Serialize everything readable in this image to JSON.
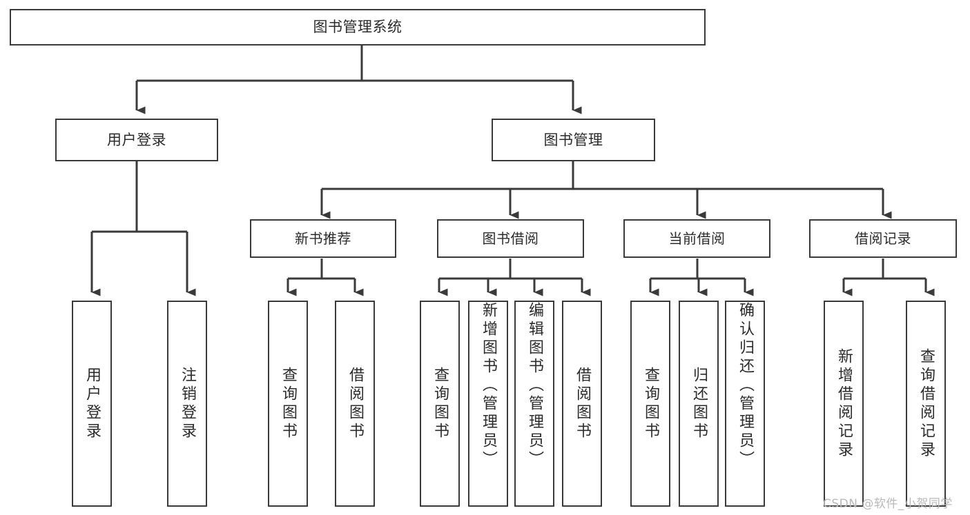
{
  "diagram": {
    "title": "图书管理系统",
    "type": "hierarchy-tree",
    "root": {
      "id": "root",
      "label": "图书管理系统"
    },
    "level2": [
      {
        "id": "user-login",
        "label": "用户登录"
      },
      {
        "id": "book-manage",
        "label": "图书管理"
      }
    ],
    "level3": [
      {
        "id": "new-book-rec",
        "label": "新书推荐",
        "parent": "book-manage"
      },
      {
        "id": "book-borrow",
        "label": "图书借阅",
        "parent": "book-manage"
      },
      {
        "id": "current-borrow",
        "label": "当前借阅",
        "parent": "book-manage"
      },
      {
        "id": "borrow-record",
        "label": "借阅记录",
        "parent": "book-manage"
      }
    ],
    "leaves": [
      {
        "id": "leaf-user-login",
        "label": "用户登录",
        "parent": "user-login"
      },
      {
        "id": "leaf-user-logout",
        "label": "注销登录",
        "parent": "user-login"
      },
      {
        "id": "leaf-query-book-1",
        "label": "查询图书",
        "parent": "new-book-rec"
      },
      {
        "id": "leaf-borrow-book-1",
        "label": "借阅图书",
        "parent": "new-book-rec"
      },
      {
        "id": "leaf-query-book-2",
        "label": "查询图书",
        "parent": "book-borrow"
      },
      {
        "id": "leaf-add-book",
        "label": "新增图书（管理员）",
        "parent": "book-borrow"
      },
      {
        "id": "leaf-edit-book",
        "label": "编辑图书（管理员）",
        "parent": "book-borrow"
      },
      {
        "id": "leaf-borrow-book-2",
        "label": "借阅图书",
        "parent": "book-borrow"
      },
      {
        "id": "leaf-query-book-3",
        "label": "查询图书",
        "parent": "current-borrow"
      },
      {
        "id": "leaf-return-book",
        "label": "归还图书",
        "parent": "current-borrow"
      },
      {
        "id": "leaf-confirm-return",
        "label": "确认归还（管理员）",
        "parent": "current-borrow"
      },
      {
        "id": "leaf-add-record",
        "label": "新增借阅记录",
        "parent": "borrow-record"
      },
      {
        "id": "leaf-query-record",
        "label": "查询借阅记录",
        "parent": "borrow-record"
      }
    ],
    "colors": {
      "border": "#3a3a3a",
      "text": "#2b2b2b",
      "background": "#ffffff",
      "watermark": "#b9b9b9"
    }
  },
  "watermark": {
    "text": "CSDN @软件_小贺同学"
  }
}
